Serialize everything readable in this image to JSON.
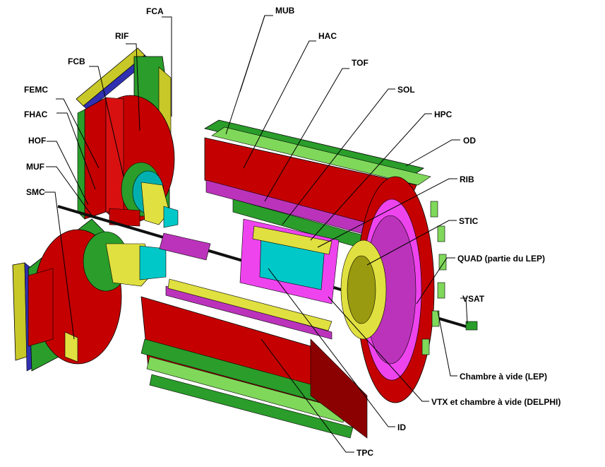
{
  "labels": {
    "fca": "FCA",
    "mub": "MUB",
    "rif": "RIF",
    "hac": "HAC",
    "fcb": "FCB",
    "tof": "TOF",
    "femc": "FEMC",
    "sol": "SOL",
    "fhac": "FHAC",
    "hpc": "HPC",
    "hof": "HOF",
    "od": "OD",
    "muf": "MUF",
    "rib": "RIB",
    "smc": "SMC",
    "stic": "STIC",
    "quad": "QUAD (partie du LEP)",
    "vsat": "VSAT",
    "chambre_lep": "Chambre à vide (LEP)",
    "vtx": "VTX et chambre à vide (DELPHI)",
    "id": "ID",
    "tpc": "TPC"
  },
  "colors": {
    "muon": "#2a9d2a",
    "muon_light": "#7fd85a",
    "hadron": "#c40000",
    "hadron_shade": "#8b0000",
    "em": "#bb33bb",
    "em_light": "#ee44ee",
    "tracker": "#e0e040",
    "tracker_shade": "#9a9a10",
    "inner": "#00c8c8",
    "inner_shade": "#008a8a",
    "beam": "#101010",
    "blue_ring": "#3030b0",
    "line": "#000000"
  }
}
